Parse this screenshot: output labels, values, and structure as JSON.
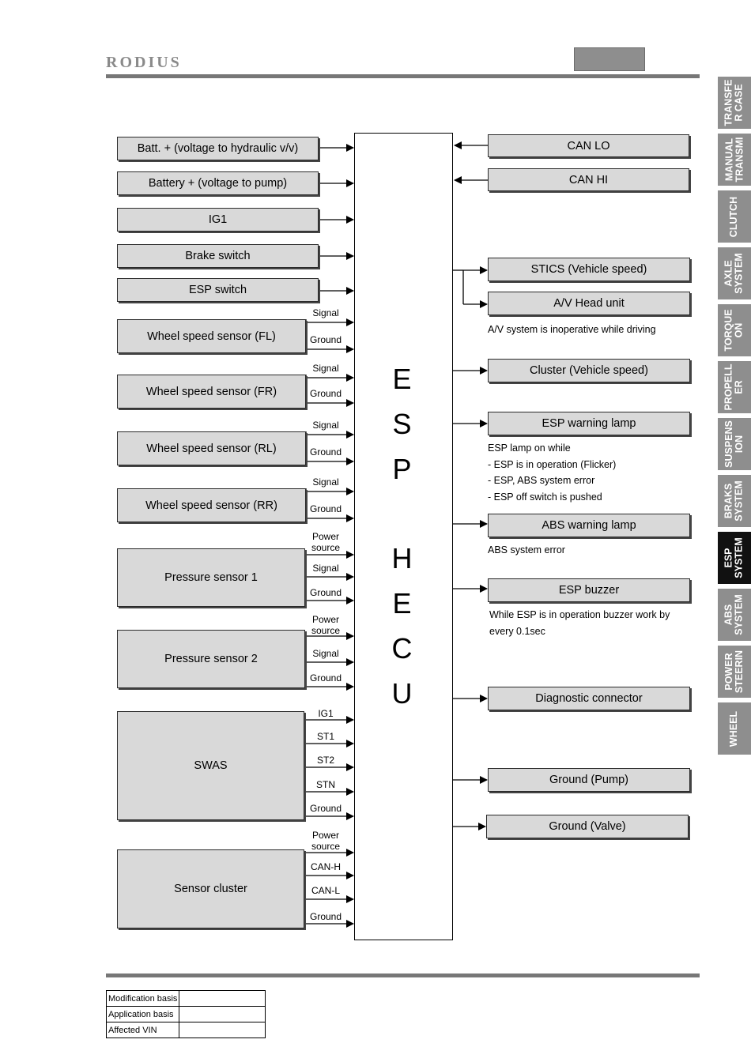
{
  "header": {
    "logo": "RODIUS"
  },
  "ecu": {
    "letters": [
      "E",
      "S",
      "P",
      "H",
      "E",
      "C",
      "U"
    ]
  },
  "left_inputs": {
    "batt_valve": "Batt. + (voltage to hydraulic v/v)",
    "batt_pump": "Battery + (voltage to pump)",
    "ig1": "IG1",
    "brake_switch": "Brake switch",
    "esp_switch": "ESP switch",
    "wss_fl": "Wheel speed sensor (FL)",
    "wss_fr": "Wheel speed sensor (FR)",
    "wss_rl": "Wheel speed sensor (RL)",
    "wss_rr": "Wheel speed sensor (RR)",
    "pressure1": "Pressure sensor 1",
    "pressure2": "Pressure sensor 2",
    "swas": "SWAS",
    "sensor_cluster": "Sensor cluster"
  },
  "wire_labels": {
    "signal": "Signal",
    "ground": "Ground",
    "power_source": "Power source",
    "ig1": "IG1",
    "st1": "ST1",
    "st2": "ST2",
    "stn": "STN",
    "can_h": "CAN-H",
    "can_l": "CAN-L"
  },
  "right_outputs": {
    "can_lo": "CAN LO",
    "can_hi": "CAN HI",
    "stics": "STICS (Vehicle speed)",
    "av_head": "A/V Head unit",
    "cluster": "Cluster (Vehicle speed)",
    "esp_lamp": "ESP warning lamp",
    "abs_lamp": "ABS warning lamp",
    "esp_buzzer": "ESP buzzer",
    "diag": "Diagnostic connector",
    "gnd_pump": "Ground (Pump)",
    "gnd_valve": "Ground (Valve)"
  },
  "notes": {
    "av": "A/V system is inoperative while driving",
    "esp_lamp": [
      "ESP lamp on while",
      "- ESP is in operation (Flicker)",
      "- ESP, ABS system error",
      "- ESP off switch is pushed"
    ],
    "abs_lamp": "ABS system error",
    "buzzer": [
      "While ESP is in operation buzzer work by",
      "every 0.1sec"
    ]
  },
  "side_tabs": [
    {
      "label": "TRANSFE\nR CASE",
      "active": false
    },
    {
      "label": "MANUAL\nTRANSMI",
      "active": false
    },
    {
      "label": "CLUTCH",
      "active": false
    },
    {
      "label": "AXLE\nSYSTEM",
      "active": false
    },
    {
      "label": "TORQUE\nON",
      "active": false
    },
    {
      "label": "PROPELL\nER",
      "active": false
    },
    {
      "label": "SUSPENS\nION",
      "active": false
    },
    {
      "label": "BRAKS\nSYSTEM",
      "active": false
    },
    {
      "label": "ESP\nSYSTEM",
      "active": true
    },
    {
      "label": "ABS\nSYSTEM",
      "active": false
    },
    {
      "label": "POWER\nSTEERIN",
      "active": false
    },
    {
      "label": "WHEEL",
      "active": false
    }
  ],
  "footer_table": {
    "rows": [
      "Modification basis",
      "Application basis",
      "Affected VIN"
    ]
  }
}
